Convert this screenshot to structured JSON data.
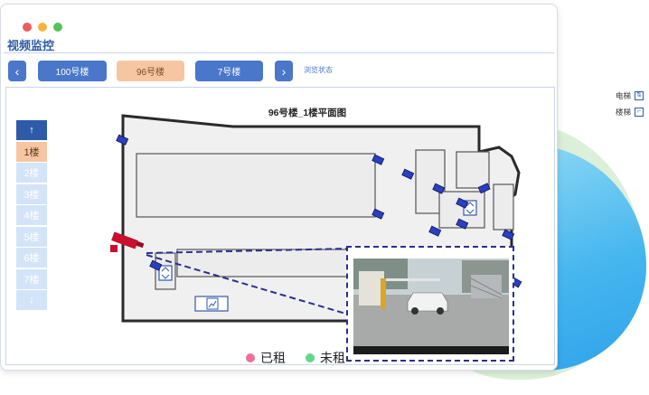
{
  "app": {
    "title": "视频监控"
  },
  "window_dots": [
    "#f25b5b",
    "#f5b53c",
    "#56c15b"
  ],
  "nav": {
    "prev_icon": "chevron-left-icon",
    "next_icon": "chevron-right-icon",
    "buildings": [
      {
        "label": "100号楼",
        "active": false
      },
      {
        "label": "96号楼",
        "active": true
      },
      {
        "label": "7号楼",
        "active": false
      }
    ],
    "preview_label": "浏览状态"
  },
  "plan": {
    "title": "96号楼_1楼平面图"
  },
  "map_key": {
    "elevator": "电梯",
    "stairs": "楼梯"
  },
  "floors": {
    "up_icon": "↑",
    "down_icon": "↓",
    "items": [
      "1楼",
      "2楼",
      "3楼",
      "4楼",
      "5楼",
      "6楼",
      "7楼"
    ],
    "current": "1楼"
  },
  "legend": [
    {
      "label": "已租",
      "color": "#ef6f9a"
    },
    {
      "label": "未租",
      "color": "#5ed88b"
    }
  ],
  "colors": {
    "accent": "#4a77c9",
    "active": "#f6c6a2",
    "dashed": "#2a2f8f",
    "camera_active": "#c8102e",
    "camera": "#2b3fbf"
  }
}
